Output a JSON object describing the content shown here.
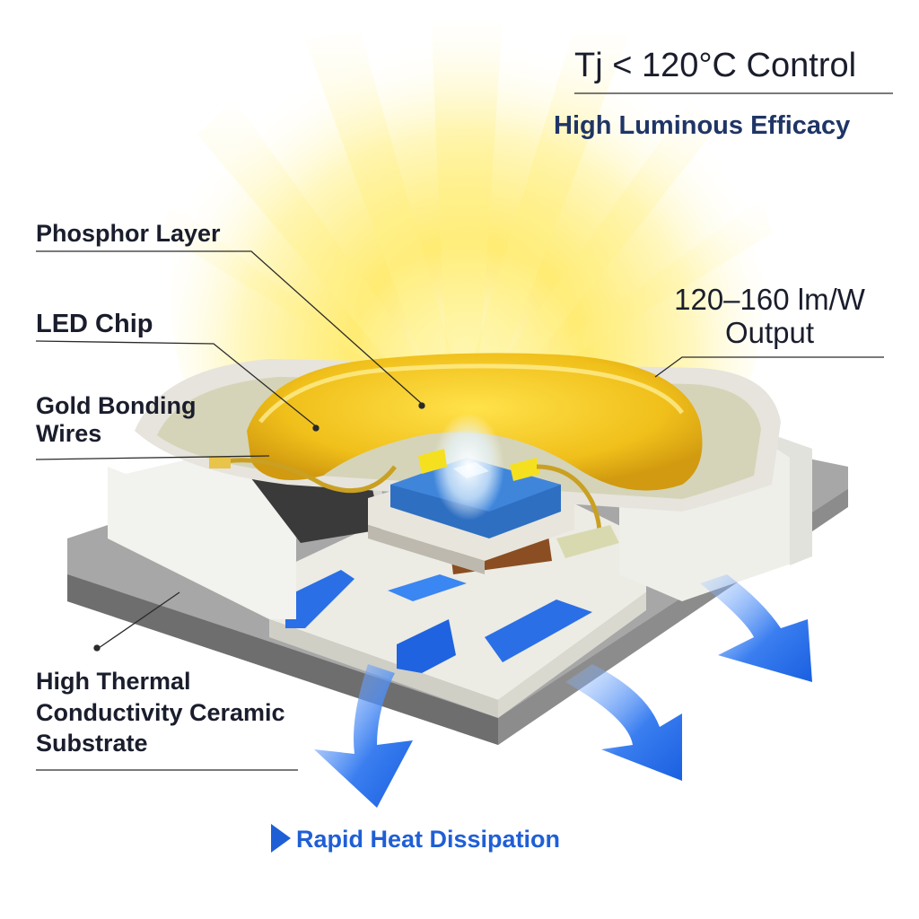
{
  "labels": {
    "phosphor": "Phosphor Layer",
    "chip": "LED Chip",
    "wires": "Gold Bonding Wires",
    "substrate": "High Thermal Conductivity Ceramic Substrate",
    "tj": "Tj < 120°C Control",
    "efficacy": "High Luminous Efficacy",
    "output": "120–160 lm/W Output",
    "rapid": "Rapid Heat Dissipation"
  },
  "colors": {
    "accent_blue": "#1f5fd6",
    "phosphor_yellow": "#f2c21b",
    "chip_blue": "#2e6fc2",
    "ceramic": "#ecebe4",
    "base_gray": "#8c8c8c",
    "text_dark": "#1a1d2c"
  },
  "icons": {
    "rapid_marker": "triangle-right-icon",
    "heat_arrows": "curved-arrow-icon"
  }
}
